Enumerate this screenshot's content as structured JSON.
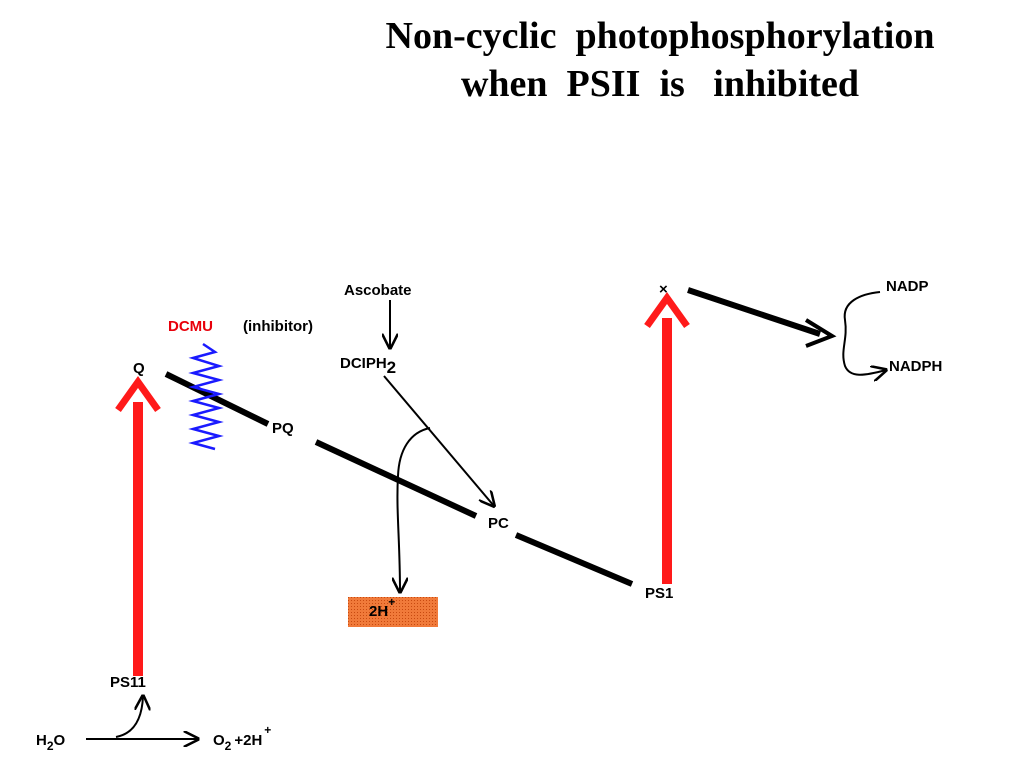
{
  "title": {
    "line1": "Non-cyclic  photophosphorylation",
    "line2": "when  PSII  is   inhibited"
  },
  "labels": {
    "dcmu": "DCMU",
    "inhibitor": "(inhibitor)",
    "ascobate": "Ascobate",
    "dciph": "DCIPH",
    "dciph_sub": "2",
    "q": "Q",
    "pq": "PQ",
    "pc": "PC",
    "ps1": "PS1",
    "ps11": "PS11",
    "x": "×",
    "nadp": "NADP",
    "nadph": "NADPH",
    "proton_box": "2H",
    "proton_box_sup": "+",
    "water": "H",
    "water_sub": "2",
    "water_o": "O",
    "oxygen": "O",
    "oxygen_sub": "2",
    "oxygen_rest": "+2H",
    "oxygen_sup": "+"
  },
  "colors": {
    "red_arrow": "#ff1a1a",
    "dcmu_text": "#e8000b",
    "zigzag": "#1a1aff",
    "proton_box": "#f07a3a"
  }
}
